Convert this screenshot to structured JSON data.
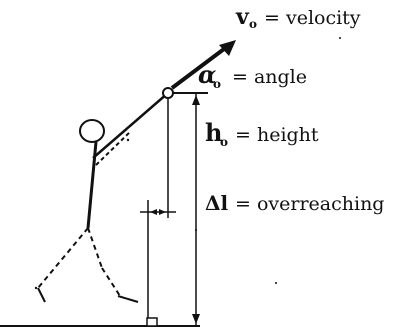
{
  "labels": {
    "velocity": {
      "symbol": "v",
      "subscript": "o",
      "text": "= velocity"
    },
    "angle": {
      "symbol": "α",
      "subscript": "o",
      "text": "= angle"
    },
    "height": {
      "symbol": "h",
      "subscript": "o",
      "text": "= height"
    },
    "overreaching": {
      "symbol": "Δl",
      "text": "= overreaching"
    }
  },
  "colors": {
    "ink": "#111111",
    "background": "#ffffff"
  }
}
